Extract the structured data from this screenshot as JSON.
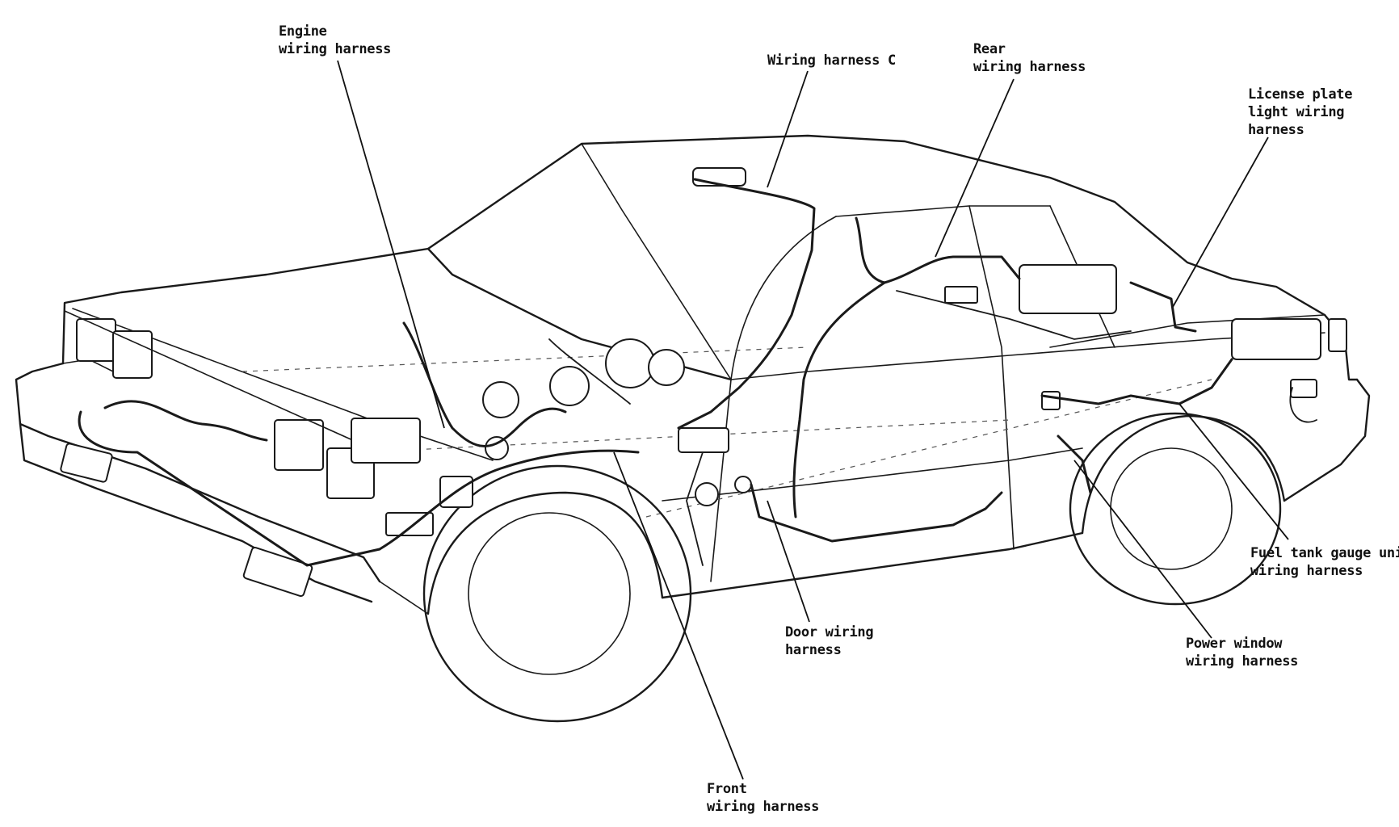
{
  "labels": {
    "engine": [
      "Engine",
      "wiring harness"
    ],
    "wiring_c": [
      "Wiring harness C"
    ],
    "rear": [
      "Rear",
      "wiring harness"
    ],
    "license": [
      "License plate",
      "light wiring",
      "harness"
    ],
    "fuel": [
      "Fuel tank gauge unit",
      "wiring harness"
    ],
    "power_window": [
      "Power window",
      "wiring harness"
    ],
    "door": [
      "Door wiring",
      "harness"
    ],
    "front": [
      "Front",
      "wiring harness"
    ]
  }
}
